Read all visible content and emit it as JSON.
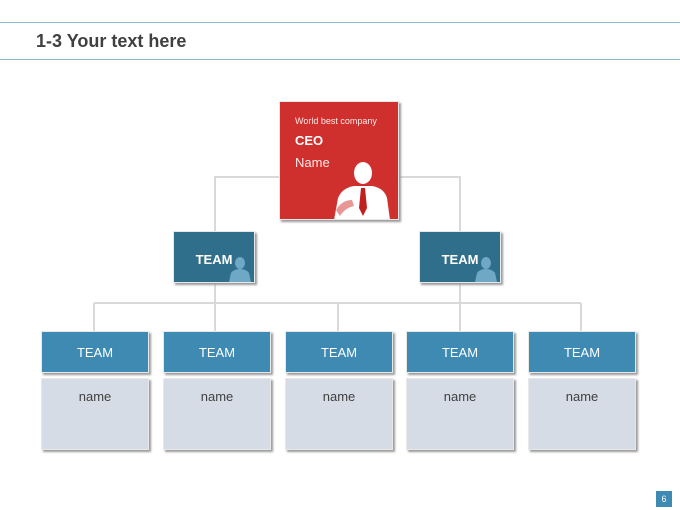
{
  "header": {
    "title": "1-3 Your text here"
  },
  "ceo": {
    "subtitle": "World best company",
    "title": "CEO",
    "name": "Name"
  },
  "teams_top": [
    {
      "label": "TEAM"
    },
    {
      "label": "TEAM"
    }
  ],
  "teams_bottom": [
    {
      "label": "TEAM",
      "member": "name"
    },
    {
      "label": "TEAM",
      "member": "name"
    },
    {
      "label": "TEAM",
      "member": "name"
    },
    {
      "label": "TEAM",
      "member": "name"
    },
    {
      "label": "TEAM",
      "member": "name"
    }
  ],
  "footer": {
    "page_number": "6"
  },
  "colors": {
    "ceo": "#d0302d",
    "team_top": "#2f6f8b",
    "team_head": "#3e8ab3",
    "team_body": "#d6dce6",
    "connector": "#d9d9d9"
  },
  "icons": {
    "ceo": "person-with-tie-icon",
    "team": "person-icon"
  }
}
